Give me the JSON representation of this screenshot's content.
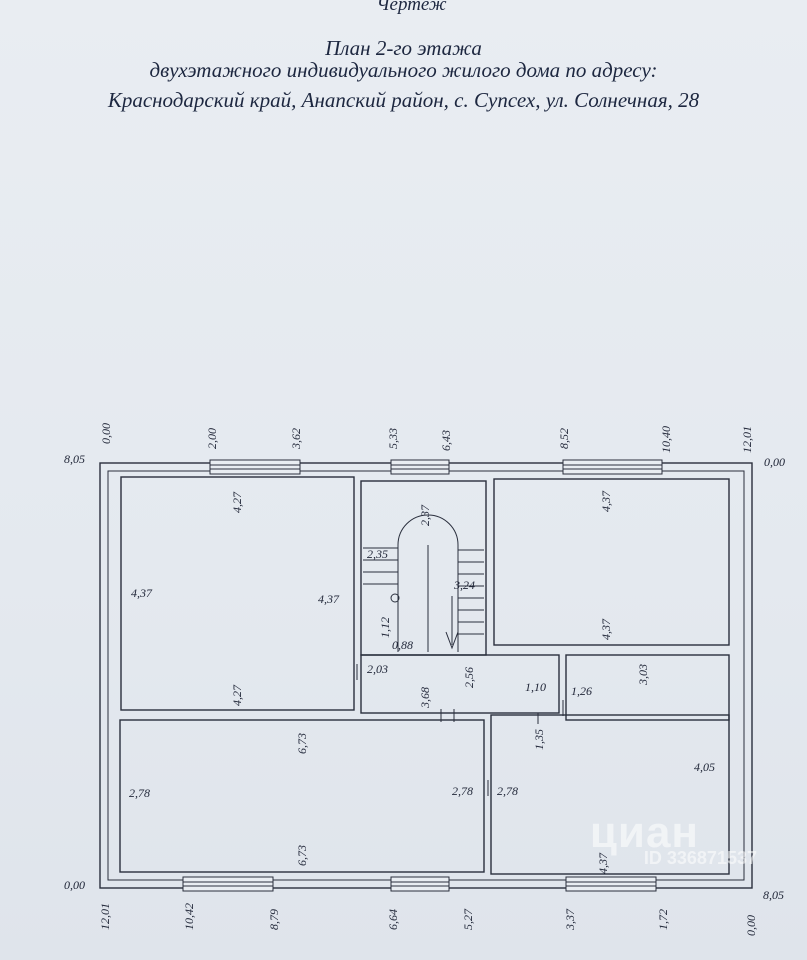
{
  "header": {
    "doc": "Чертеж",
    "title": "План 2-го этажа",
    "subtitle": "двухэтажного индивидуального жилого дома по адресу:",
    "address": "Краснодарский край, Анапский район, с. Супсех, ул. Солнечная, 28"
  },
  "axes": {
    "top": [
      "0,00",
      "2,00",
      "3,62",
      "5,33",
      "6,43",
      "8,52",
      "10,40",
      "12,01"
    ],
    "bottom": [
      "12,01",
      "10,42",
      "8,79",
      "6,64",
      "5,27",
      "3,37",
      "1,72",
      "0,00"
    ],
    "left_top": "8,05",
    "left_bottom": "0,00",
    "right_top": "0,00",
    "right_bottom": "8,05"
  },
  "rooms": {
    "room_top_left": {
      "top": "4,27",
      "bottom": "4,27",
      "left": "4,37",
      "right": "4,37"
    },
    "stair": {
      "top": "2,37",
      "left_width": "2,35",
      "flight": "3,24",
      "landing_a": "1,12",
      "landing_b": "0,88"
    },
    "corridor": {
      "left": "2,03",
      "height": "3,68",
      "right": "2,56",
      "right_width": "1,10"
    },
    "room_top_right": {
      "top": "4,37",
      "bottom": "4,37"
    },
    "bath": {
      "width": "1,26",
      "height": "3,03"
    },
    "room_bottom_left": {
      "top": "6,73",
      "bottom": "6,73",
      "left": "2,78",
      "right": "2,78"
    },
    "room_bottom_right": {
      "left": "2,78",
      "door": "1,35",
      "right": "4,05",
      "bottom": "4,37"
    }
  },
  "watermark": {
    "brand": "циан",
    "id": "ID 336871537"
  }
}
